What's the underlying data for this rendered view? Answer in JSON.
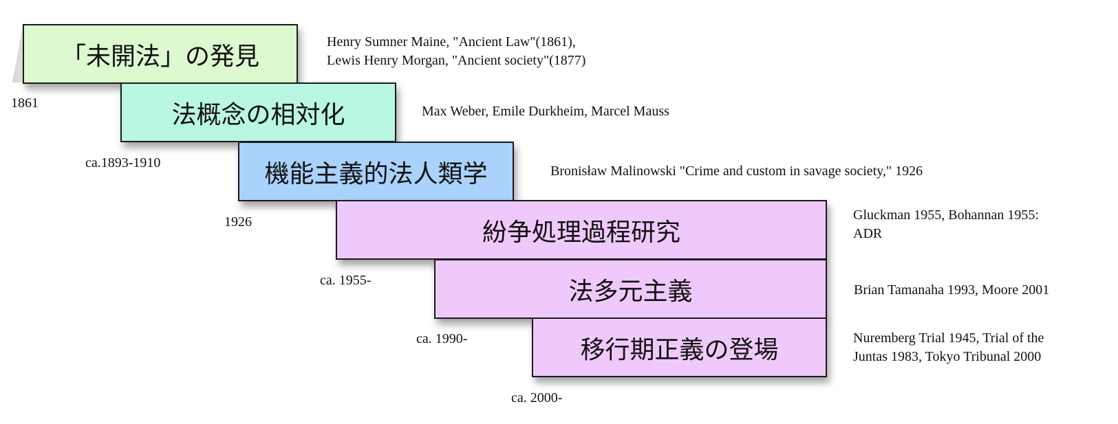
{
  "stages": [
    {
      "title": "「未開法」の発見",
      "date": "1861",
      "note": "Henry Sumner Maine, \"Ancient Law\"(1861),\nLewis Henry Morgan, \"Ancient society\"(1877)",
      "color": "#dcf9d0"
    },
    {
      "title": "法概念の相対化",
      "date": "ca.1893-1910",
      "note": "Max Weber, Emile Durkheim, Marcel Mauss",
      "color": "#b9f6e3"
    },
    {
      "title": "機能主義的法人類学",
      "date": "1926",
      "note": "Bronisław Malinowski \"Crime and custom in savage society,\" 1926",
      "color": "#a9d2fc"
    },
    {
      "title": "紛争処理過程研究",
      "date": "ca. 1955-",
      "note": "Gluckman 1955, Bohannan 1955:\nADR",
      "color": "#f0c9fc"
    },
    {
      "title": "法多元主義",
      "date": "ca. 1990-",
      "note": "Brian Tamanaha 1993, Moore 2001",
      "color": "#f0c9fc"
    },
    {
      "title": "移行期正義の登場",
      "date": "ca. 2000-",
      "note": "Nuremberg Trial 1945, Trial of the\nJuntas 1983, Tokyo Tribunal 2000",
      "color": "#f0c9fc"
    }
  ]
}
